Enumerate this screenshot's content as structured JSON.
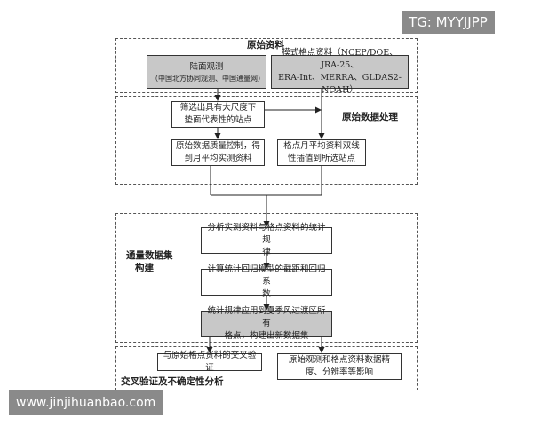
{
  "watermarks": {
    "tg": "TG: MYYJJPP",
    "site": "www.jinjihuanbao.com"
  },
  "sections": {
    "raw_data": "原始资料",
    "raw_processing": "原始数据处理",
    "build_title_line1": "通量数据集",
    "build_title_line2": "构建",
    "validation": "交叉验证及不确定性分析"
  },
  "nodes": {
    "land_obs": {
      "title": "陆面观测",
      "subtitle": "（中国北方协同观测、中国通量网）"
    },
    "model_grid": {
      "line1": "模式格点资料（NCEP/DOE、JRA-25、",
      "line2": "ERA-Int、MERRA、GLDAS2-NOAH）"
    },
    "screen_sites": {
      "line1": "筛选出具有大尺度下",
      "line2": "垫面代表性的站点"
    },
    "quality_control": {
      "line1": "原始数据质量控制，得",
      "line2": "到月平均实测资料"
    },
    "grid_interp": {
      "line1": "格点月平均资料双线",
      "line2": "性插值到所选站点"
    },
    "stat_analysis": {
      "line1": "分析实测资料与格点资料的统计规",
      "line2": "律"
    },
    "regression": {
      "line1": "计算统计回归模型的截距和回归系",
      "line2": "数"
    },
    "apply_rules": {
      "line1": "统计规律应用到夏季风过渡区所有",
      "line2": "格点，构建出新数据集"
    },
    "cross_validation": {
      "line1": "与原始格点资料的交叉验证"
    },
    "impact": {
      "line1": "原始观测和格点资料数据精",
      "line2": "度、分辨率等影响"
    }
  }
}
